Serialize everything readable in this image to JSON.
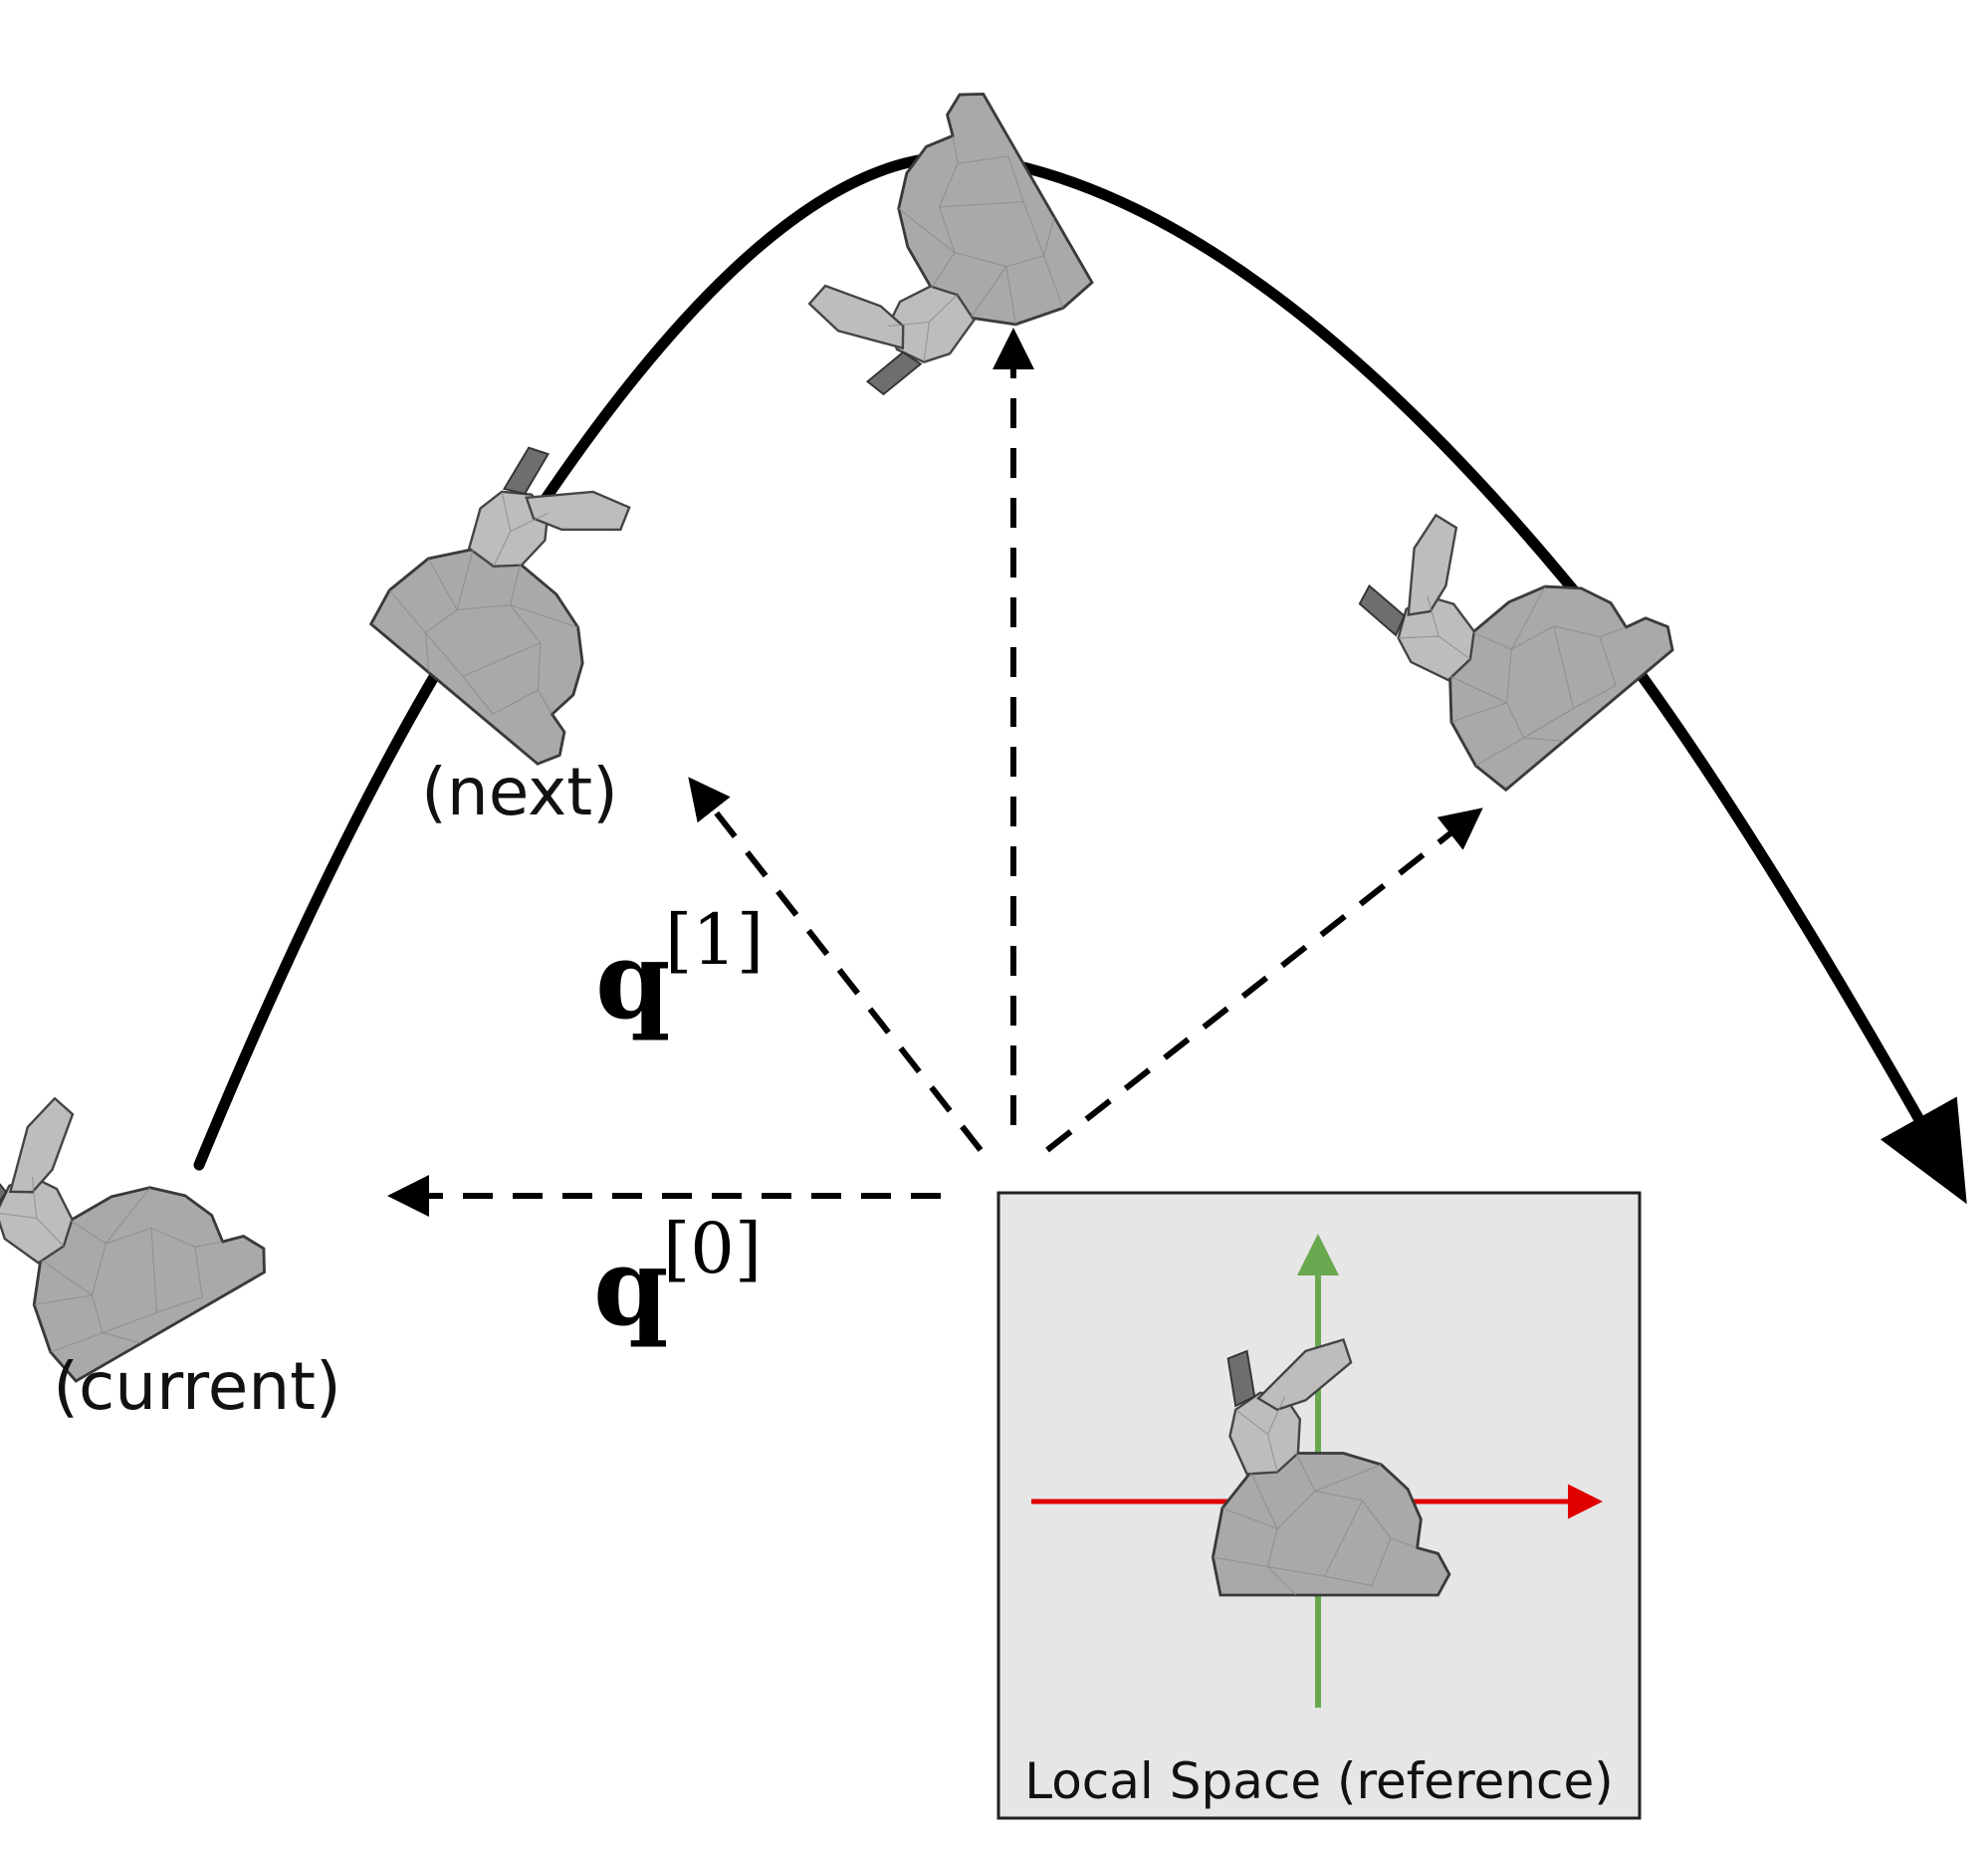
{
  "labels": {
    "current": "(current)",
    "next": "(next)",
    "local_space": "Local Space (reference)"
  },
  "vectors": {
    "q0": {
      "symbol": "q",
      "index": "[0]"
    },
    "q1": {
      "symbol": "q",
      "index": "[1]"
    }
  },
  "colors": {
    "trajectory": "#000000",
    "x_axis": "#e00000",
    "y_axis": "#6aa84f",
    "panel_fill": "#e6e6e6",
    "bunny": "#a9a9a9"
  },
  "icons": [
    "bunny-icon"
  ]
}
